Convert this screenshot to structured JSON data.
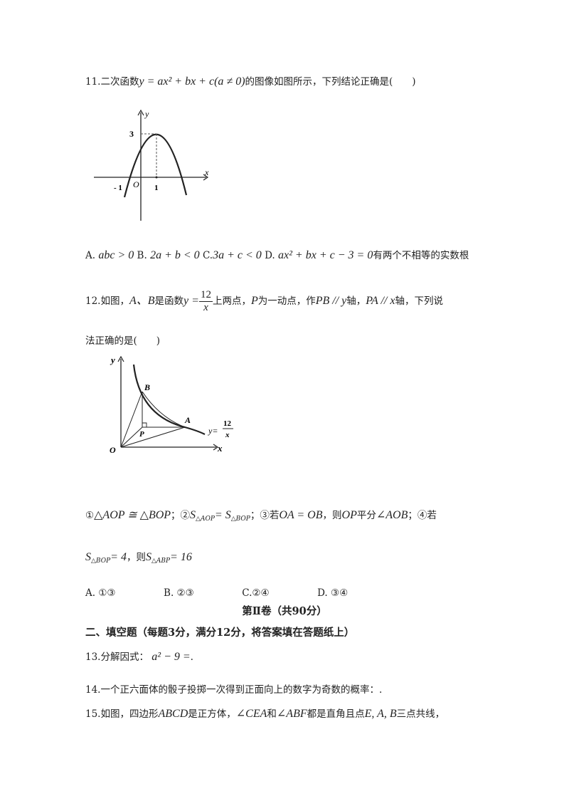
{
  "q11": {
    "stem_start": "11.二次函数",
    "formula": "y = ax² + bx + c(a ≠ 0)",
    "stem_end": "的图像如图所示，下列结论正确是(　　)",
    "graph": {
      "y_label": "y",
      "x_label": "x",
      "origin_label": "O",
      "tick_y": "3",
      "tick_x": "1",
      "tick_neg": "- 1"
    },
    "opt_a_label": "A.",
    "opt_a": "abc > 0",
    "opt_b_label": "B.",
    "opt_b": "2a + b < 0",
    "opt_c_label": "C.",
    "opt_c": "3a + c < 0",
    "opt_d_label": "D.",
    "opt_d": "ax² + bx + c − 3 = 0",
    "opt_d_end": "有两个不相等的实数根"
  },
  "q12": {
    "stem_1": "12.如图，",
    "points_ab": "A、B",
    "stem_2": "是函数",
    "func_y": "y =",
    "func_num": "12",
    "func_den": "x",
    "stem_3": "上两点，",
    "point_p": "P",
    "stem_4": "为一动点，作",
    "pb_y": "PB // y",
    "stem_5": "轴，",
    "pa_x": "PA // x",
    "stem_6": "轴，下列说",
    "stem_7": "法正确的是(　　)",
    "graph": {
      "y_label": "y",
      "x_label": "x",
      "o_label": "O",
      "b_label": "B",
      "a_label": "A",
      "p_label": "P",
      "curve_y": "y=",
      "curve_num": "12",
      "curve_den": "x"
    },
    "s1": "①",
    "s1_math": "△AOP ≅ △BOP",
    "s2": "；②",
    "s2_s1": "S",
    "s2_sub1": "△AOP",
    "s2_eq": "= S",
    "s2_sub2": "△BOP",
    "s3": "；③若",
    "s3_math": "OA = OB",
    "s3_b": "，则",
    "s3_op": "OP",
    "s3_c": "平分",
    "s3_ang": "∠AOB",
    "s4": "；④若",
    "s4_s": "S",
    "s4_sub": "△BOP",
    "s4_val": "= 4",
    "s4_b": "，则",
    "s4_s2": "S",
    "s4_sub2": "△ABP",
    "s4_val2": "= 16",
    "options": "A. ①③　　　　　B. ②③　　　　　C.②④　　　　　D. ③④"
  },
  "section_title": "第Ⅱ卷（共90分）",
  "section2_head": "二、填空题（每题3分，满分12分，将答案填在答题纸上）",
  "q13_label": "13.分解因式：",
  "q13_math": "a² − 9 =",
  "q13_end": ".",
  "q14": "14.一个正六面体的骰子投掷一次得到正面向上的数字为奇数的概率：.",
  "q15": {
    "start": "15.如图，四边形",
    "abcd": "ABCD",
    "mid1": "是正方体，",
    "ang1": "∠CEA",
    "and": "和",
    "ang2": "∠ABF",
    "mid2": "都是直角且点",
    "pts": "E, A, B",
    "end": "三点共线，"
  }
}
